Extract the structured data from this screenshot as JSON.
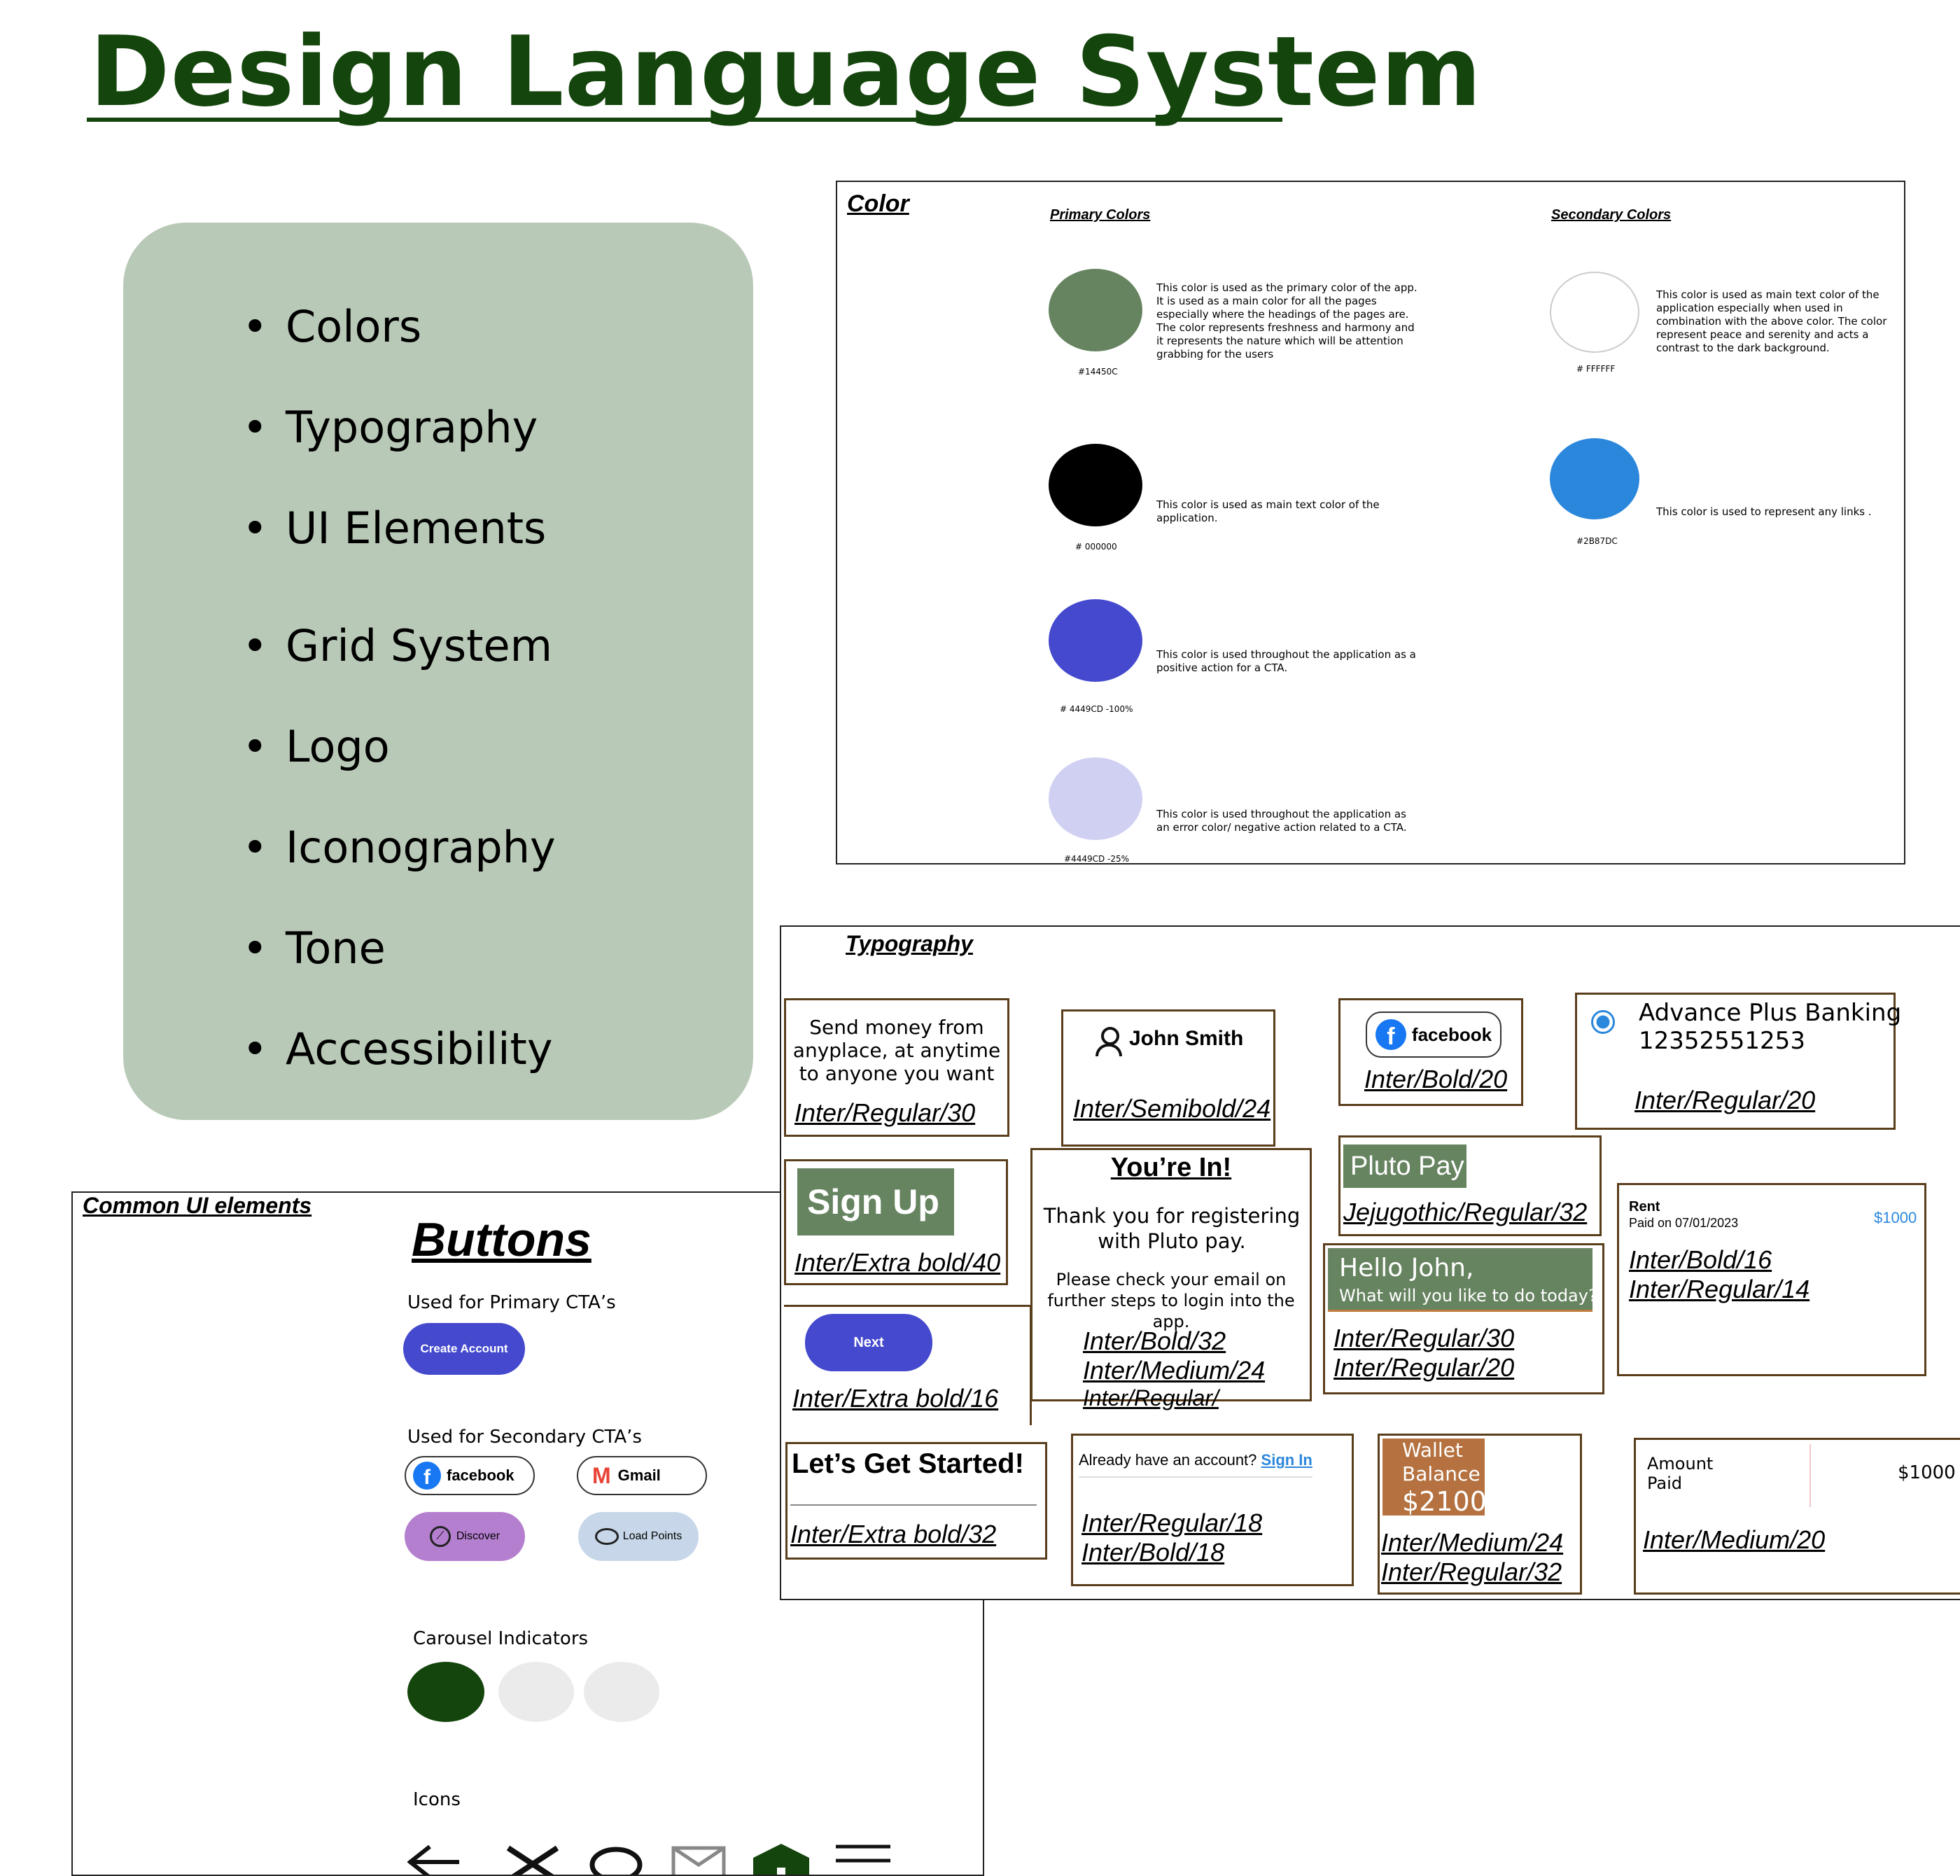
{
  "title": "Design Language System",
  "toc": [
    "Colors",
    "Typography",
    "UI Elements",
    "Grid System",
    "Logo",
    "Iconography",
    "Tone",
    "Accessibility"
  ],
  "color_panel": {
    "heading": "Color",
    "primary_heading": "Primary Colors",
    "secondary_heading": "Secondary Colors",
    "primary": [
      {
        "hex": "#14450C",
        "swatch": "#678461",
        "desc": "This color is used as the primary color of the app. It is used as a main color for all the pages especially where the headings of the pages are. The color represents freshness and harmony and it represents the nature which will be attention grabbing for the users"
      },
      {
        "hex": "# 000000",
        "swatch": "#000000",
        "desc": "This color is used as main text color of the application."
      },
      {
        "hex": "# 4449CD -100%",
        "swatch": "#4449CD",
        "desc": "This color is used throughout the application as a positive action for a CTA."
      },
      {
        "hex": "#4449CD -25%",
        "swatch": "#D0D1F2",
        "desc": "This color is used throughout the application as an error color/ negative action related to a CTA."
      }
    ],
    "secondary": [
      {
        "hex": "# FFFFFF",
        "swatch": "#FFFFFF",
        "desc": "This color is used as main text color of the application especially when used in combination with the above color. The color represent peace and serenity and acts a contrast to the dark background."
      },
      {
        "hex": "#2B87DC",
        "swatch": "#2B87DC",
        "desc": "This color is used to represent any links ."
      }
    ]
  },
  "typography": {
    "heading": "Typography",
    "send_money": "Send money from anyplace, at anytime to anyone you want",
    "send_money_style": "Inter/Regular/30",
    "john": "John Smith",
    "john_style": "Inter/Semibold/24",
    "fb": "facebook",
    "fb_style": "Inter/Bold/20",
    "account_name": "Advance Plus Banking",
    "account_number": "12352551253",
    "account_style": "Inter/Regular/20",
    "signup": "Sign Up",
    "signup_style": "Inter/Extra bold/40",
    "youre_in": "You’re In!",
    "thanks": "Thank you for registering with Pluto pay.",
    "check_email": "Please check your email on further steps to login into the app.",
    "youre_in_styles": [
      "Inter/Bold/32",
      "Inter/Medium/24",
      "Inter/Regular/"
    ],
    "pluto": "Pluto Pay",
    "pluto_style": "Jejugothic/Regular/32",
    "rent": "Rent",
    "rent_date": "Paid on 07/01/2023",
    "rent_amount": "$1000",
    "rent_styles": [
      "Inter/Bold/16",
      "Inter/Regular/14"
    ],
    "hello": "Hello John,",
    "hello_sub": "What will you like to do today?",
    "hello_styles": [
      "Inter/Regular/30",
      "Inter/Regular/20"
    ],
    "next": "Next",
    "next_style": "Inter/Extra bold/16",
    "started": "Let’s Get Started!",
    "started_style": "Inter/Extra bold/32",
    "already": "Already have an account?",
    "sign_in": "Sign In",
    "already_styles": [
      "Inter/Regular/18",
      "Inter/Bold/18"
    ],
    "wallet_label": "Wallet Balance",
    "wallet_amount": "$2100",
    "wallet_styles": [
      "Inter/Medium/24",
      "Inter/Regular/32"
    ],
    "amount_label": "Amount Paid",
    "amount_value": "$1000",
    "amount_style": "Inter/Medium/20"
  },
  "ui": {
    "heading": "Common UI elements",
    "buttons_title": "Buttons",
    "primary_caption": "Used for Primary CTA’s",
    "create_account": "Create Account",
    "secondary_caption": "Used for Secondary CTA’s",
    "facebook": "facebook",
    "gmail": "Gmail",
    "discover": "Discover",
    "load_points": "Load Points",
    "carousel_caption": "Carousel Indicators",
    "icons_caption": "Icons",
    "icons": [
      "arrow-left-icon",
      "close-icon",
      "search-icon",
      "mail-icon",
      "home-icon",
      "menu-icon"
    ]
  },
  "colors": {
    "title_green": "#14450C",
    "toc_bg": "#B9C9B7",
    "primary_green": "#678461",
    "cta_blue": "#4449CD",
    "link_blue": "#2B87DC",
    "discover_purple": "#B57FD0",
    "load_blue": "#C7D7E9",
    "box_border": "#5A3E1C"
  }
}
